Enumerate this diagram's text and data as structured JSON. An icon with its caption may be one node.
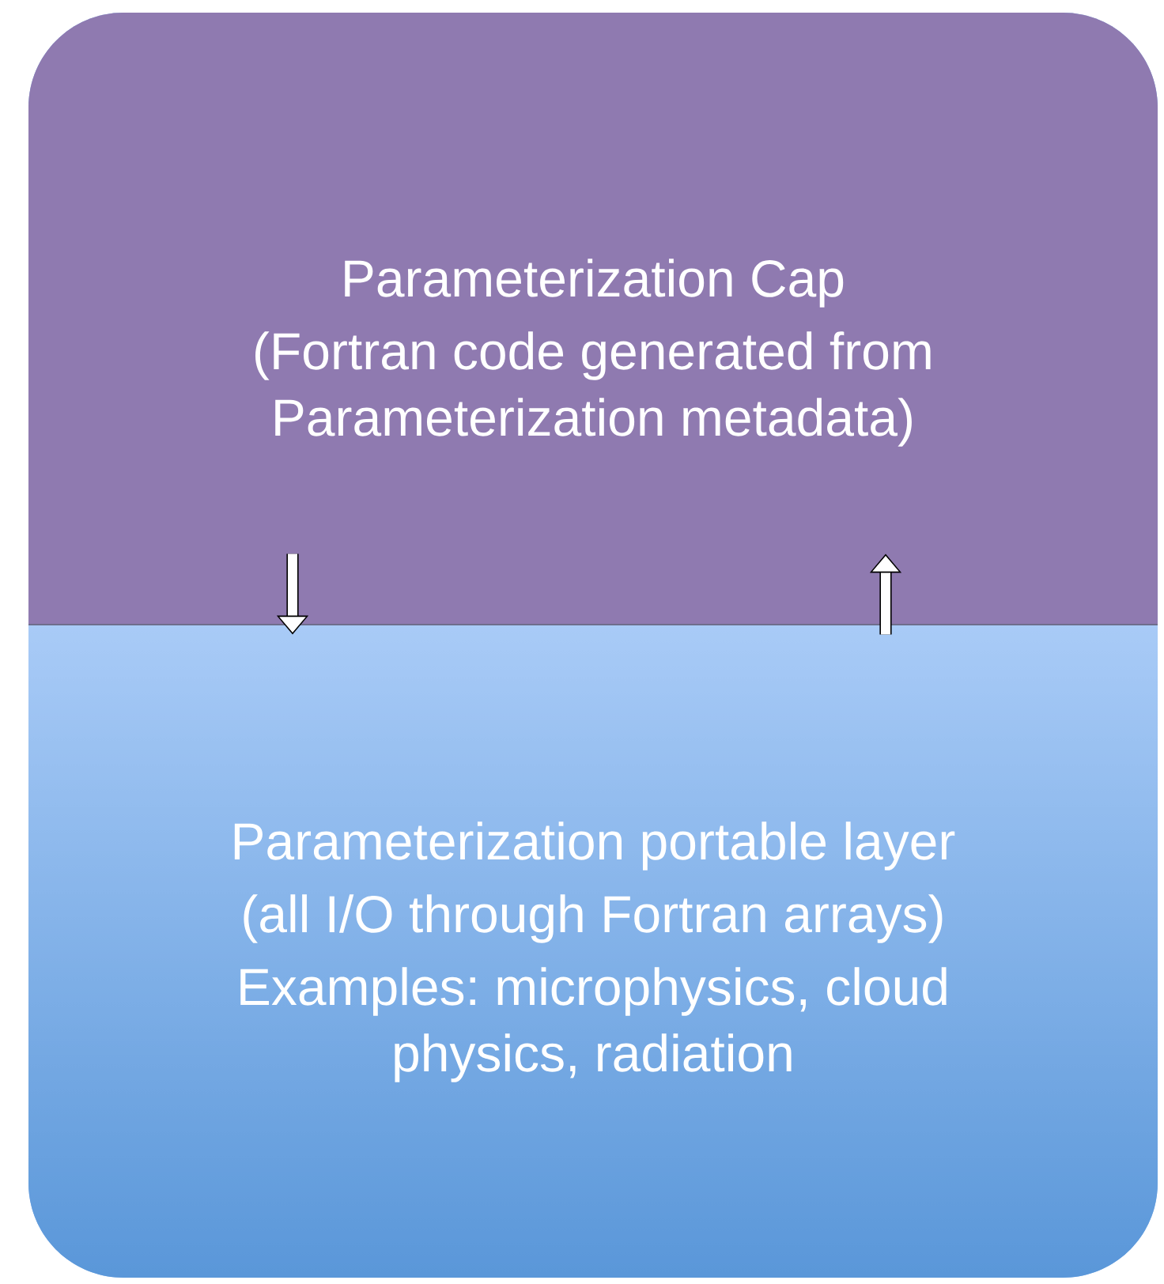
{
  "diagram": {
    "nodes": [
      {
        "text": [
          "Parameterization Cap",
          "(Fortran code generated from Parameterization metadata)"
        ]
      },
      {
        "text": [
          "Parameterization portable layer",
          "(all I/O through Fortran arrays)",
          "Examples: microphysics, cloud physics, radiation"
        ]
      }
    ],
    "edges": [
      {
        "from": 0,
        "to": 1,
        "arrow": "to"
      },
      {
        "from": 1,
        "to": 0,
        "arrow": "to"
      }
    ]
  }
}
